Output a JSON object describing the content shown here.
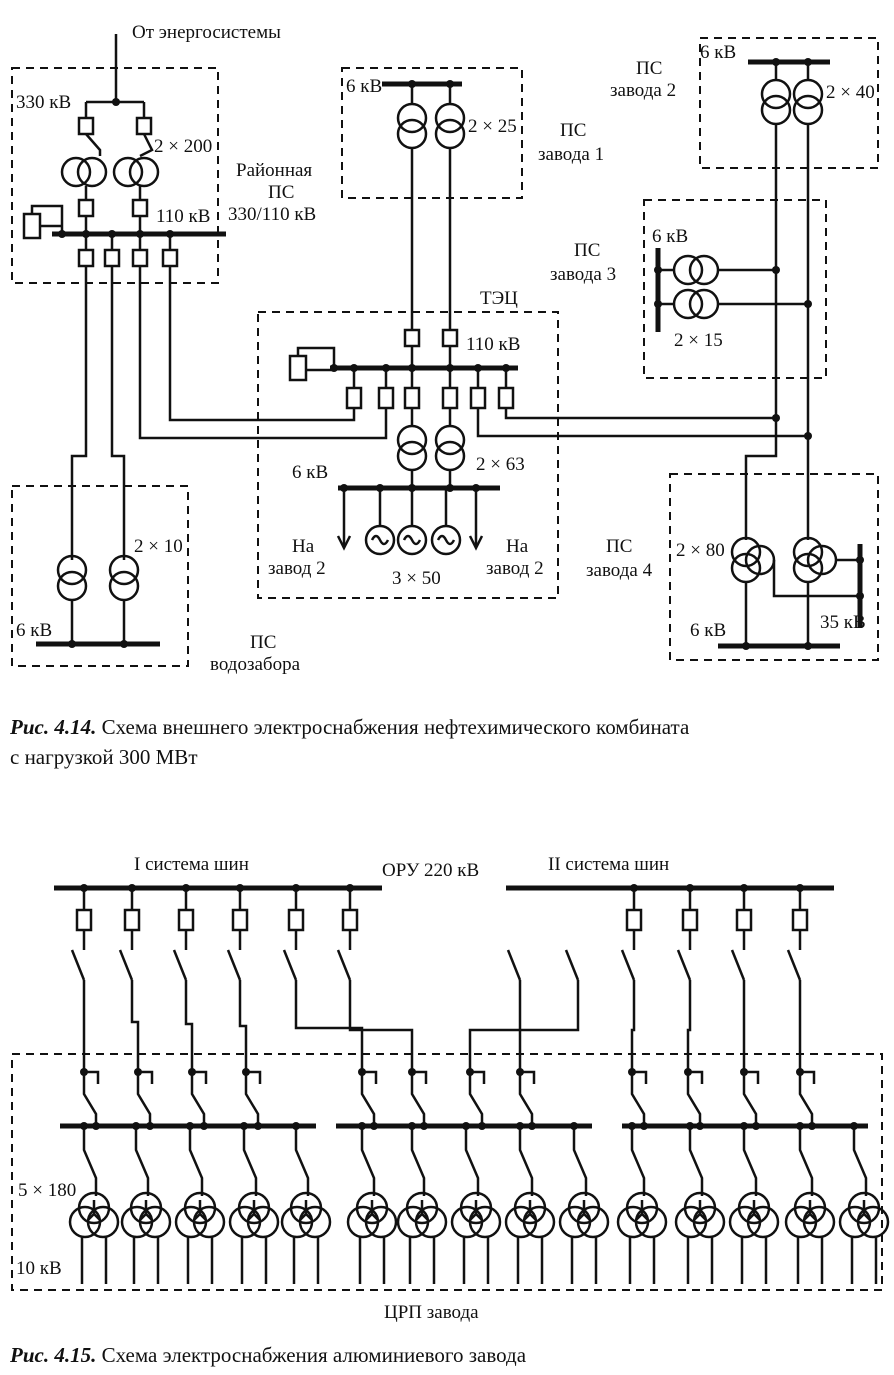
{
  "fig1": {
    "labels": {
      "from_grid": "От энергосистемы",
      "v330": "330 кВ",
      "t2x200": "2 × 200",
      "v110a": "110 кВ",
      "raion1": "Районная",
      "raion2": "ПС",
      "raion3": "330/110 кВ",
      "z1_v6": "6 кВ",
      "z1_t": "2 × 25",
      "z1_n1": "ПС",
      "z1_n2": "завода 1",
      "z2_v6": "6 кВ",
      "z2_t": "2 × 40",
      "z2_n1": "ПС",
      "z2_n2": "завода 2",
      "z3_n1": "ПС",
      "z3_n2": "завода 3",
      "z3_v6": "6 кВ",
      "z3_t": "2 × 15",
      "tec": "ТЭЦ",
      "tec_v110": "110 кВ",
      "tec_t": "2 × 63",
      "tec_v6": "6 кВ",
      "na1": "На",
      "zav2a": "завод 2",
      "na2": "На",
      "zav2b": "завод 2",
      "gen": "3 × 50",
      "z4_n1": "ПС",
      "z4_n2": "завода 4",
      "z4_t": "2 × 80",
      "z4_v6": "6 кВ",
      "z4_v35": "35 кВ",
      "wz_t": "2 × 10",
      "wz_v6": "6 кВ",
      "wz_n1": "ПС",
      "wz_n2": "водозабора"
    },
    "caption_num": "Рис. 4.14.",
    "caption_line1": " Схема внешнего электроснабжения нефтехимического комбината",
    "caption_line2": "с нагрузкой 300 МВт"
  },
  "fig2": {
    "labels": {
      "bus1": "I система шин",
      "oru": "ОРУ 220 кВ",
      "bus2": "II система шин",
      "t5x180": "5 × 180",
      "v10": "10 кВ",
      "crp": "ЦРП завода"
    },
    "caption_num": "Рис. 4.15.",
    "caption_text": " Схема электроснабжения алюминиевого завода"
  }
}
